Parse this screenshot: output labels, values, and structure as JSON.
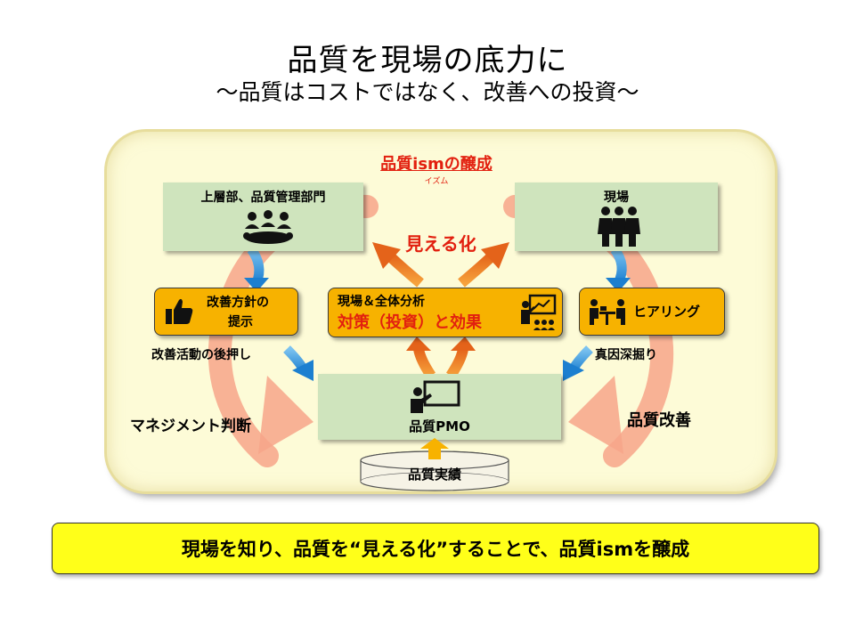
{
  "title": "品質を現場の底力に",
  "subtitle": "～品質はコストではなく、改善への投資～",
  "panel": {
    "heading": "品質ismの醸成",
    "heading_ruby": "イズム",
    "mieru_label": "見える化",
    "management_label": "上層部、品質管理部門",
    "genba_label": "現場",
    "policy_label_line1": "改善方針の",
    "policy_label_line2": "提示",
    "analysis_label": "現場＆全体分析",
    "analysis_result": "対策（投資）と効果",
    "hearing_label": "ヒアリング",
    "push_label": "改善活動の後押し",
    "root_cause_label": "真因深掘り",
    "management_judgment": "マネジメント判断",
    "quality_improvement": "品質改善",
    "pmo_label": "品質PMO",
    "records_label": "品質実績"
  },
  "icons": {
    "management": "group-meeting-icon",
    "genba": "workers-icon",
    "policy": "thumbs-up-icon",
    "analysis": "presentation-icon",
    "hearing": "interview-icon",
    "pmo": "teacher-board-icon"
  },
  "colors": {
    "ring": "#f7a48a",
    "blue_arrow": "#2e8fd8",
    "orange_arrow": "#ef7a1a",
    "green_box": "#cfe4bd",
    "orange_box": "#f7b200",
    "banner": "#ffff19",
    "red_text": "#e2200f"
  },
  "banner": "現場を知り、品質を“見える化”することで、品質ismを醸成"
}
